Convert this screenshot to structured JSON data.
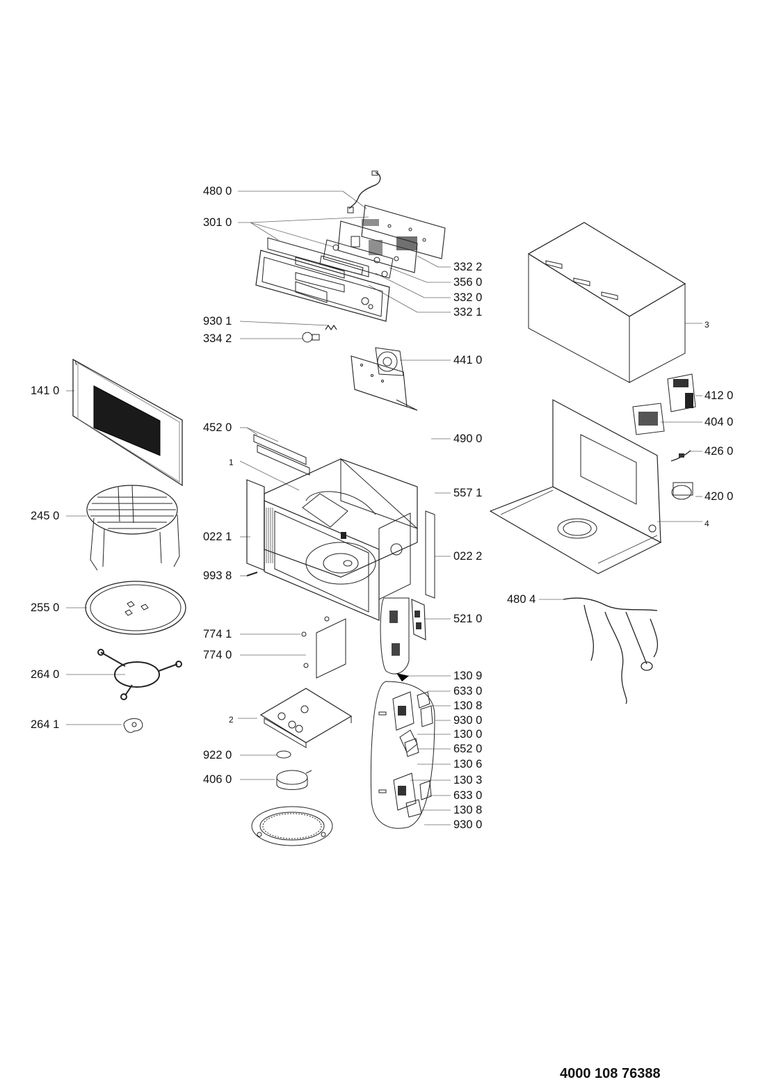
{
  "document": {
    "number": "4000 108 76388"
  },
  "labels": {
    "l4800": "480 0",
    "l3010": "301 0",
    "l3322": "332 2",
    "l3560": "356 0",
    "l3320": "332 0",
    "l3321": "332 1",
    "l9301": "930 1",
    "l3342": "334 2",
    "l4410": "441 0",
    "l1410": "141 0",
    "l4520": "452 0",
    "l4900": "490 0",
    "l1": "1",
    "l5571": "557 1",
    "l2450": "245 0",
    "l0221": "022 1",
    "l0222": "022 2",
    "l9938": "993 8",
    "l2550": "255 0",
    "l5210": "521 0",
    "l7741": "774 1",
    "l7740": "774 0",
    "l2640": "264 0",
    "l1309": "130 9",
    "l6330a": "633 0",
    "l1308a": "130 8",
    "l2641": "264 1",
    "l2": "2",
    "l9300a": "930 0",
    "l1300": "130 0",
    "l6520": "652 0",
    "l9220": "922 0",
    "l1306": "130 6",
    "l4060": "406 0",
    "l1303": "130 3",
    "l6330b": "633 0",
    "l1308b": "130 8",
    "l9300b": "930 0",
    "l3": "3",
    "l4120": "412 0",
    "l4040": "404 0",
    "l4260": "426 0",
    "l4200": "420 0",
    "l4": "4",
    "l4804": "480 4"
  }
}
